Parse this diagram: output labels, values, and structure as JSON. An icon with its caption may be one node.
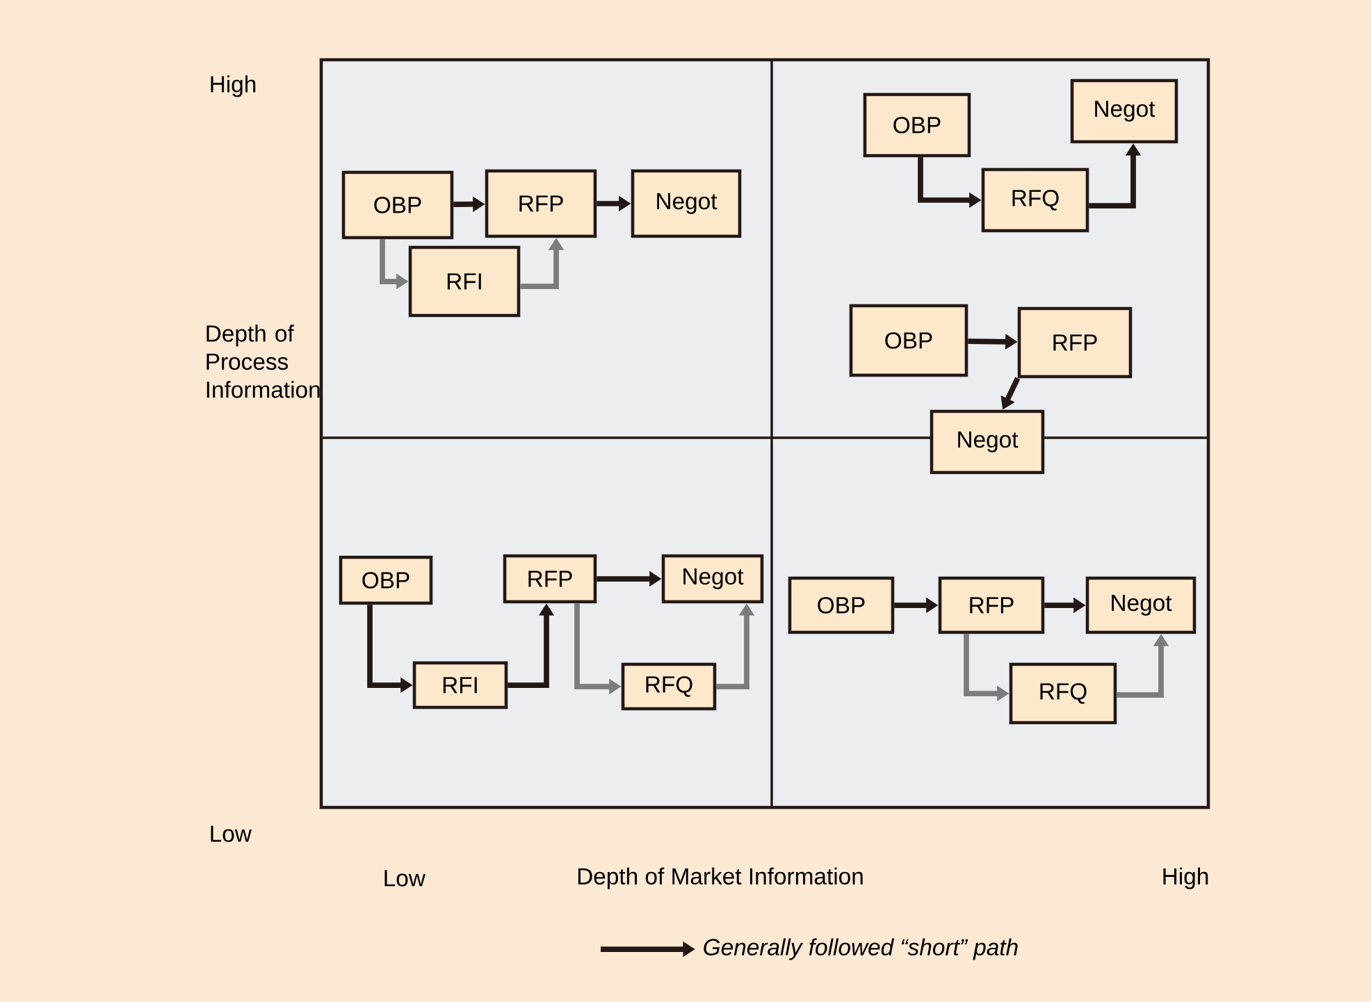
{
  "diagram": {
    "nodes": [
      {
        "text": [
          "OBP"
        ]
      },
      {
        "text": [
          "RFP"
        ]
      },
      {
        "text": [
          "Negot"
        ]
      },
      {
        "text": [
          "RFI"
        ]
      },
      {
        "text": [
          "OBP"
        ]
      },
      {
        "text": [
          "Negot"
        ]
      },
      {
        "text": [
          "RFQ"
        ]
      },
      {
        "text": [
          "OBP"
        ]
      },
      {
        "text": [
          "RFP"
        ]
      },
      {
        "text": [
          "Negot"
        ]
      },
      {
        "text": [
          "OBP"
        ]
      },
      {
        "text": [
          "RFP"
        ]
      },
      {
        "text": [
          "Negot"
        ]
      },
      {
        "text": [
          "RFI"
        ]
      },
      {
        "text": [
          "RFQ"
        ]
      },
      {
        "text": [
          "OBP"
        ]
      },
      {
        "text": [
          "RFP"
        ]
      },
      {
        "text": [
          "Negot"
        ]
      },
      {
        "text": [
          "RFQ"
        ]
      }
    ],
    "edges": [
      {
        "from": 0,
        "to": 1,
        "arrow": "to"
      },
      {
        "from": 1,
        "to": 2,
        "arrow": "to"
      },
      {
        "from": 0,
        "to": 3,
        "arrow": "to",
        "color": "#7b7b80"
      },
      {
        "from": 3,
        "to": 1,
        "arrow": "to",
        "color": "#7b7b80"
      },
      {
        "from": 4,
        "to": 6,
        "arrow": "to"
      },
      {
        "from": 6,
        "to": 5,
        "arrow": "to"
      },
      {
        "from": 7,
        "to": 8,
        "arrow": "to"
      },
      {
        "from": 8,
        "to": 9,
        "arrow": "to"
      },
      {
        "from": 10,
        "to": 13,
        "arrow": "to"
      },
      {
        "from": 13,
        "to": 11,
        "arrow": "to"
      },
      {
        "from": 11,
        "to": 12,
        "arrow": "to"
      },
      {
        "from": 11,
        "to": 14,
        "arrow": "to",
        "color": "#7b7b80"
      },
      {
        "from": 14,
        "to": 12,
        "arrow": "to",
        "color": "#7b7b80"
      },
      {
        "from": 15,
        "to": 16,
        "arrow": "to"
      },
      {
        "from": 16,
        "to": 17,
        "arrow": "to"
      },
      {
        "from": 16,
        "to": 18,
        "arrow": "to",
        "color": "#7b7b80"
      },
      {
        "from": 18,
        "to": 17,
        "arrow": "to",
        "color": "#7b7b80"
      }
    ],
    "labels": [
      "High",
      "Depth of Process Information",
      "Low",
      "Low",
      "Depth of Market Information",
      "High"
    ],
    "legend": [
      {
        "text": "Generally followed “short” path"
      }
    ]
  }
}
